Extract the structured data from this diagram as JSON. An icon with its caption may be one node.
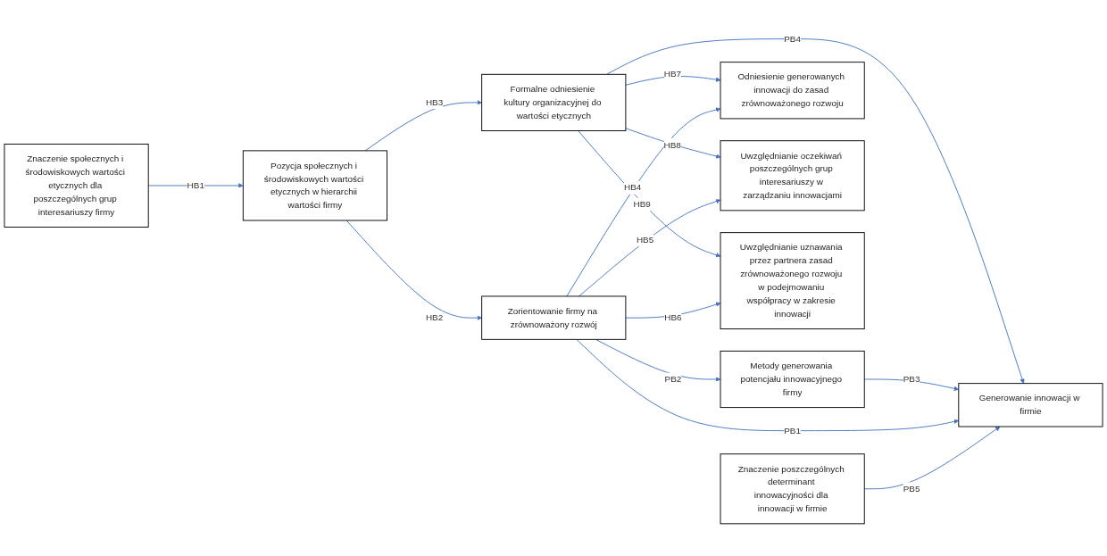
{
  "diagram": {
    "nodes": [
      {
        "text": [
          "Znaczenie poszczególnych determinant innowacyjności dla innowacji w firmie"
        ]
      },
      {
        "text": [
          "Znaczenie społecznych i środowiskowych wartości etycznych dla poszczególnych grup interesariuszy firmy"
        ]
      },
      {
        "text": [
          "Pozycja społecznych i środowiskowych wartości etycznych w hierarchii wartości firmy"
        ]
      },
      {
        "text": [
          "Zorientowanie firmy na zrównoważony rozwój"
        ]
      },
      {
        "text": [
          "Generowanie innowacji w firmie"
        ]
      },
      {
        "text": [
          "Metody generowania potencjału innowacyjnego firmy"
        ]
      },
      {
        "text": [
          "Odniesienie generowanych innowacji do zasad zrównoważonego rozwoju"
        ]
      },
      {
        "text": [
          "Uwzględnianie oczekiwań poszczególnych grup interesariuszy w zarządzaniu innowacjami"
        ]
      },
      {
        "text": [
          "Uwzględnianie uznawania przez partnera zasad zrównoważonego rozwoju w podejmowaniu współpracy w zakresie innowacji"
        ]
      },
      {
        "text": [
          "Formalne odniesienie kultury organizacyjnej do wartości etycznych"
        ]
      }
    ],
    "edges": [
      {
        "from": 0,
        "to": 4,
        "arrow": "to",
        "label": "PB5"
      },
      {
        "from": 1,
        "to": 2,
        "arrow": "to",
        "label": "HB1"
      },
      {
        "from": 2,
        "to": 3,
        "arrow": "to",
        "label": "HB2"
      },
      {
        "from": 3,
        "to": 4,
        "arrow": "to",
        "label": "PB1"
      },
      {
        "from": 3,
        "to": 5,
        "arrow": "to",
        "label": "PB2"
      },
      {
        "from": 5,
        "to": 4,
        "arrow": "to",
        "label": "PB3"
      },
      {
        "from": 3,
        "to": 6,
        "arrow": "to",
        "label": "HB4"
      },
      {
        "from": 3,
        "to": 7,
        "arrow": "to",
        "label": "HB5"
      },
      {
        "from": 3,
        "to": 8,
        "arrow": "to",
        "label": "HB6"
      },
      {
        "from": 2,
        "to": 9,
        "arrow": "to",
        "label": "HB3"
      },
      {
        "from": 9,
        "to": 4,
        "arrow": "to",
        "label": "PB4"
      },
      {
        "from": 9,
        "to": 6,
        "arrow": "to",
        "label": "HB7"
      },
      {
        "from": 9,
        "to": 7,
        "arrow": "to",
        "label": "HB8"
      },
      {
        "from": 9,
        "to": 8,
        "arrow": "to",
        "label": "HB9"
      }
    ]
  }
}
